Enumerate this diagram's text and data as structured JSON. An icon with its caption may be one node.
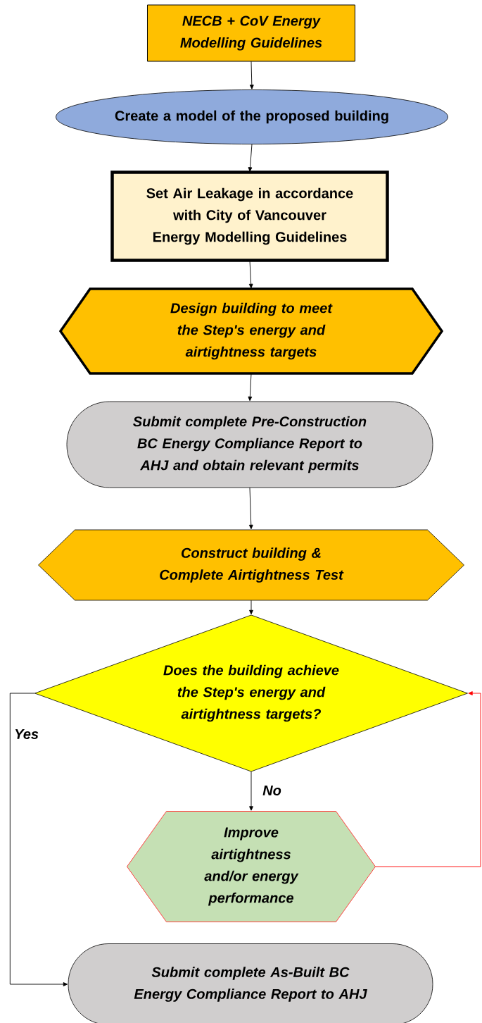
{
  "diagram": {
    "nodes": [
      {
        "text": [
          "NECB + CoV Energy Modelling Guidelines"
        ]
      },
      {
        "text": [
          "Create a model of the proposed building"
        ]
      },
      {
        "text": [
          "Set Air Leakage in accordance with City of Vancouver Energy Modelling Guidelines"
        ]
      },
      {
        "text": [
          "Design building to meet the Step's energy and airtightness targets"
        ]
      },
      {
        "text": [
          "Submit complete Pre-Construction BC Energy Compliance Report to AHJ and obtain relevant permits"
        ]
      },
      {
        "text": [
          "Construct building & Complete Airtightness Test"
        ]
      },
      {
        "text": [
          "Does the building achieve the Step's energy and airtightness targets?"
        ]
      },
      {
        "text": [
          "Improve airtightness and/or energy performance"
        ]
      },
      {
        "text": [
          "Submit complete As-Built BC Energy Compliance Report to AHJ"
        ]
      }
    ],
    "edges": [
      {
        "from": 0,
        "to": 1,
        "arrow": "to"
      },
      {
        "from": 1,
        "to": 2,
        "arrow": "to"
      },
      {
        "from": 2,
        "to": 3,
        "arrow": "to"
      },
      {
        "from": 3,
        "to": 4,
        "arrow": "to"
      },
      {
        "from": 4,
        "to": 5,
        "arrow": "to"
      },
      {
        "from": 5,
        "to": 6,
        "arrow": "to"
      },
      {
        "from": 6,
        "to": 7,
        "arrow": "to",
        "label": "No"
      },
      {
        "from": 6,
        "to": 8,
        "arrow": "to",
        "label": "Yes"
      },
      {
        "from": 7,
        "to": 6,
        "arrow": "to",
        "color": "#ff0000"
      }
    ]
  }
}
